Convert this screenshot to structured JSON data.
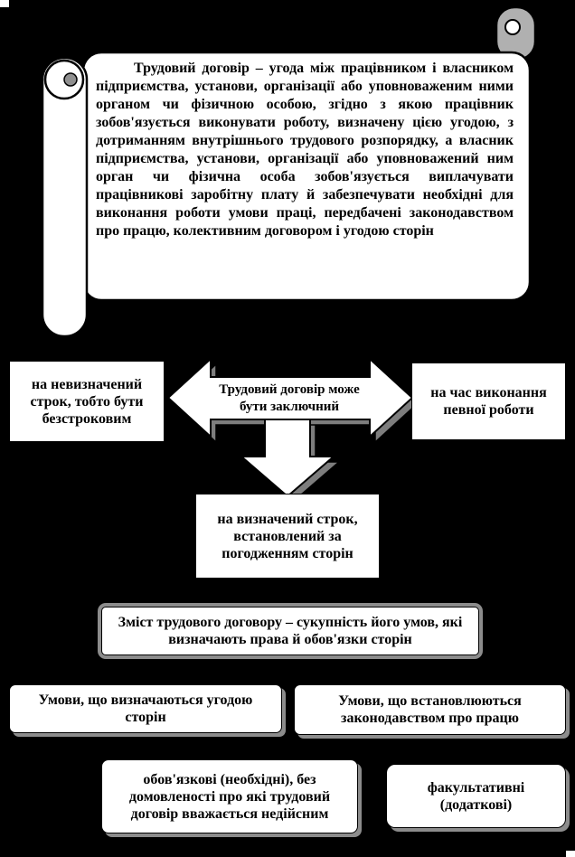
{
  "definition": {
    "lead": "Трудовий договір",
    "body": " – угода між працівником і власником підприємства, установи, організації або уповноваженим ними органом чи фізичною особою, згідно з якою працівник зобов'язується виконувати роботу, визначену цією угодою, з дотриманням внутрішнього трудового розпорядку, а власник підприємства, установи, організації або уповноважений ним орган чи фізична особа зобов'язується виплачувати працівникові заробітну плату й забезпечувати необхідні для виконання роботи умови праці, передбачені законодавством про працю, колективним договором і угодою сторін"
  },
  "term_types": {
    "center": "Трудовий договір може бути заключний",
    "indefinite": "на невизначений строк, тобто бути безстроковим",
    "specific_work": "на час виконання певної роботи",
    "fixed": "на визначений строк, встановлений за погодженням сторін"
  },
  "content_section": {
    "zmist_lead": "Зміст",
    "zmist_body": " трудового договору – сукупність його умов, які визначають права й обов'язки сторін",
    "by_agreement": "Умови, що визначаються угодою сторін",
    "by_law": "Умови, що встановлюються законодавством про працю",
    "mandatory": "обов'язкові (необхідні), без домовленості про які трудовий договір вважається недійсним",
    "optional": "факультативні (додаткові)"
  },
  "colors": {
    "background": "#000000",
    "box_fill": "#ffffff",
    "text": "#000000",
    "shadow": "#8c8c8c"
  }
}
